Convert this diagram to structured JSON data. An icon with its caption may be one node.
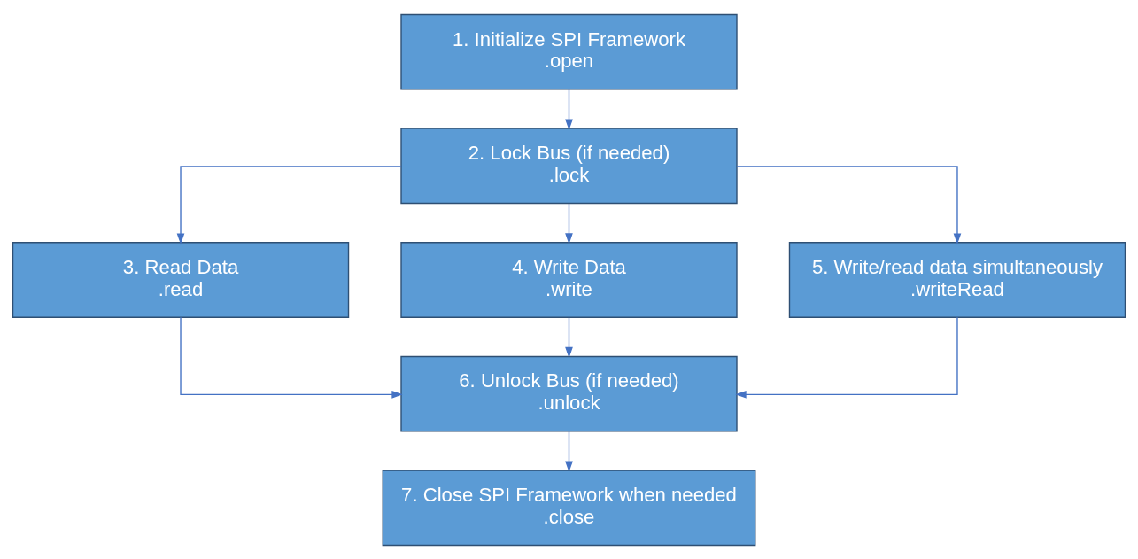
{
  "diagram": {
    "nodes": [
      {
        "text": [
          "1. Initialize SPI Framework",
          ".open"
        ]
      },
      {
        "text": [
          "2. Lock Bus (if needed)",
          ".lock"
        ]
      },
      {
        "text": [
          "3. Read Data",
          ".read"
        ]
      },
      {
        "text": [
          "4. Write Data",
          ".write"
        ]
      },
      {
        "text": [
          "5. Write/read data simultaneously",
          ".writeRead"
        ]
      },
      {
        "text": [
          "6. Unlock Bus (if needed)",
          ".unlock"
        ]
      },
      {
        "text": [
          "7. Close SPI Framework when needed",
          ".close"
        ]
      }
    ],
    "edges": [
      {
        "from": 0,
        "to": 1,
        "arrow": "to"
      },
      {
        "from": 1,
        "to": 2,
        "arrow": "to"
      },
      {
        "from": 1,
        "to": 3,
        "arrow": "to"
      },
      {
        "from": 1,
        "to": 4,
        "arrow": "to"
      },
      {
        "from": 2,
        "to": 5,
        "arrow": "to"
      },
      {
        "from": 3,
        "to": 5,
        "arrow": "to"
      },
      {
        "from": 4,
        "to": 5,
        "arrow": "to"
      },
      {
        "from": 5,
        "to": 6,
        "arrow": "to"
      }
    ]
  }
}
